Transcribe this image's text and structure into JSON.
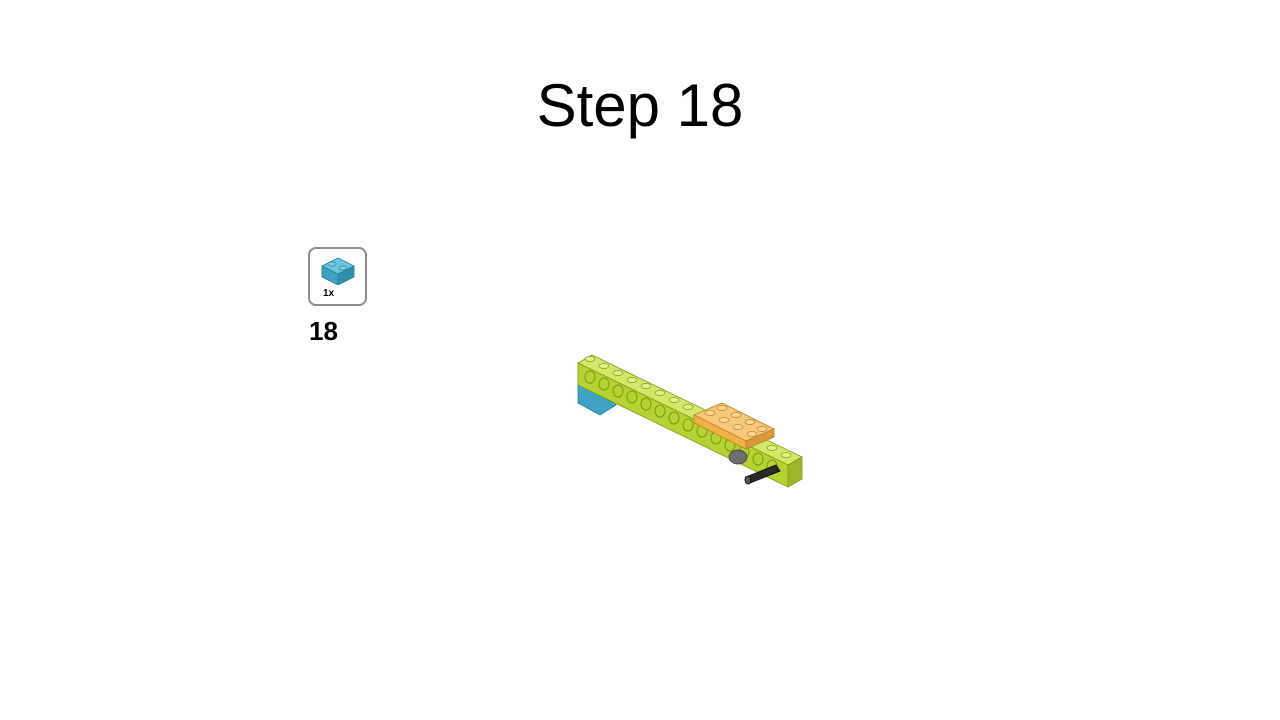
{
  "slide": {
    "title": "Step 18"
  },
  "callout": {
    "part_quantity": "1x",
    "part_icon": "azure-brick-1x2-icon",
    "step_number": "18"
  },
  "model": {
    "icon": "lego-assembly-step-18-illustration"
  },
  "colors": {
    "lime": "#b5d334",
    "azure": "#3ea3c2",
    "orange": "#f2b24a",
    "black": "#000000"
  }
}
